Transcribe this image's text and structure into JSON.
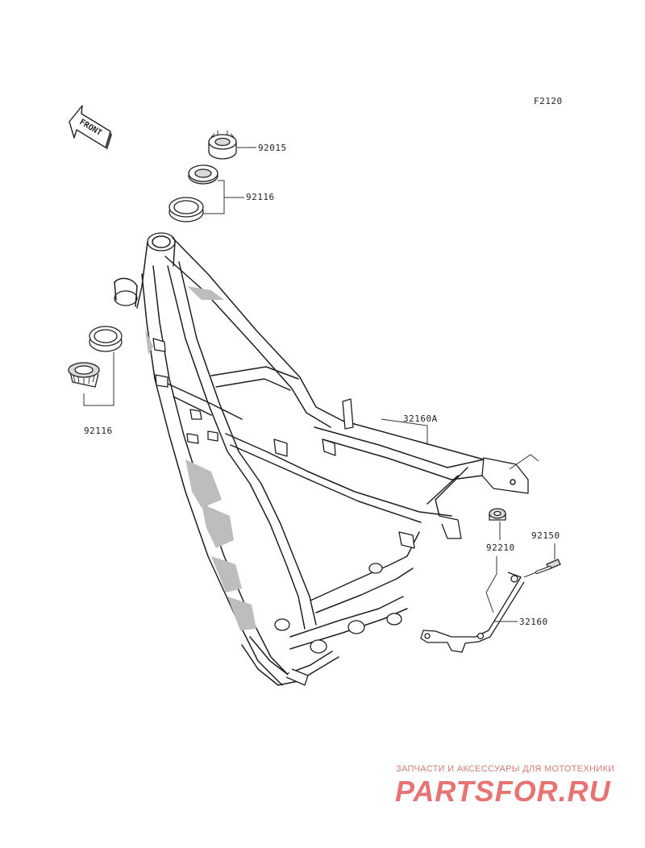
{
  "diagram": {
    "code": "F2120",
    "front_label": "FRONT",
    "parts": [
      {
        "id": "92015"
      },
      {
        "id": "92116"
      },
      {
        "id": "92116"
      },
      {
        "id": "32160A"
      },
      {
        "id": "92210"
      },
      {
        "id": "92150"
      },
      {
        "id": "32160"
      }
    ]
  },
  "watermark": {
    "line1": "ЗАПЧАСТИ И АКСЕССУАРЫ ДЛЯ МОТОТЕХНИКИ",
    "line2": "PARTSFOR.RU"
  },
  "colors": {
    "line": "#222222",
    "watermark": "#e35b5b"
  }
}
